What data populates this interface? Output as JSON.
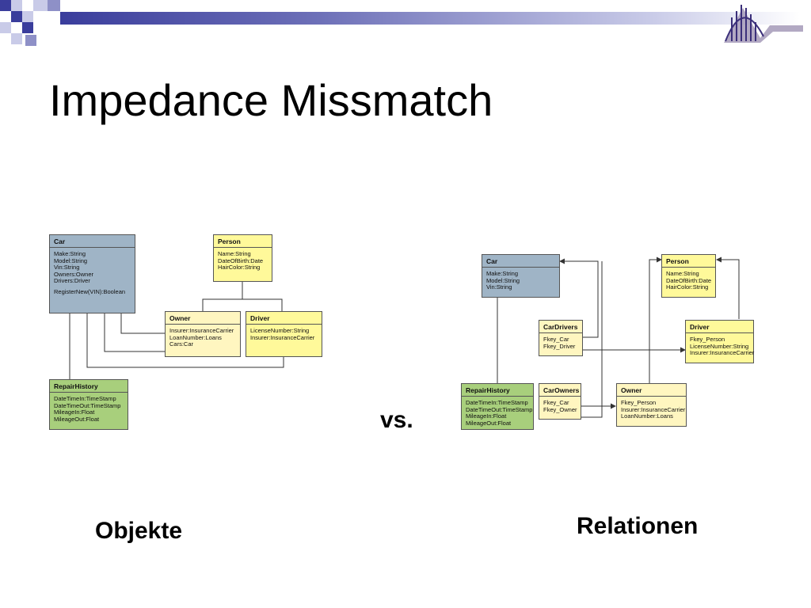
{
  "slide": {
    "title": "Impedance Missmatch",
    "vs_label": "vs.",
    "left_caption": "Objekte",
    "right_caption": "Relationen"
  },
  "colors": {
    "accent": "#3a3d9c",
    "entity_blue": "#9fb4c6",
    "entity_yellow": "#fff99a",
    "entity_green": "#a8cf7c"
  },
  "logo": {
    "icon": "university-logo-icon"
  },
  "objects_diagram": {
    "car": {
      "name": "Car",
      "fields": [
        "Make:String",
        "Model:String",
        "Vin:String",
        "Owners:Owner",
        "Drivers:Driver"
      ],
      "method": "RegisterNew(VIN):Boolean"
    },
    "person": {
      "name": "Person",
      "fields": [
        "Name:String",
        "DateOfBirth:Date",
        "HairColor:String"
      ]
    },
    "owner": {
      "name": "Owner",
      "fields": [
        "Insurer:InsuranceCarrier",
        "LoanNumber:Loans",
        "Cars:Car"
      ]
    },
    "driver": {
      "name": "Driver",
      "fields": [
        "LicenseNumber:String",
        "Insurer:InsuranceCarrier"
      ]
    },
    "repair_history": {
      "name": "RepairHistory",
      "fields": [
        "DateTimeIn:TimeStamp",
        "DateTimeOut:TimeStamp",
        "MileageIn:Float",
        "MileageOut:Float"
      ]
    }
  },
  "relations_diagram": {
    "car": {
      "name": "Car",
      "fields": [
        "Make:String",
        "Model:String",
        "Vin:String"
      ]
    },
    "person": {
      "name": "Person",
      "fields": [
        "Name:String",
        "DateOfBirth:Date",
        "HairColor:String"
      ]
    },
    "car_drivers": {
      "name": "CarDrivers",
      "fields": [
        "Fkey_Car",
        "Fkey_Driver"
      ]
    },
    "driver": {
      "name": "Driver",
      "fields": [
        "Fkey_Person",
        "LicenseNumber:String",
        "Insurer:InsuranceCarrier"
      ]
    },
    "repair_history": {
      "name": "RepairHistory",
      "fields": [
        "DateTimeIn:TimeStamp",
        "DateTimeOut:TimeStamp",
        "MileageIn:Float",
        "MileageOut:Float"
      ]
    },
    "car_owners": {
      "name": "CarOwners",
      "fields": [
        "Fkey_Car",
        "Fkey_Owner"
      ]
    },
    "owner": {
      "name": "Owner",
      "fields": [
        "Fkey_Person",
        "Insurer:InsuranceCarrier",
        "LoanNumber:Loans"
      ]
    }
  }
}
